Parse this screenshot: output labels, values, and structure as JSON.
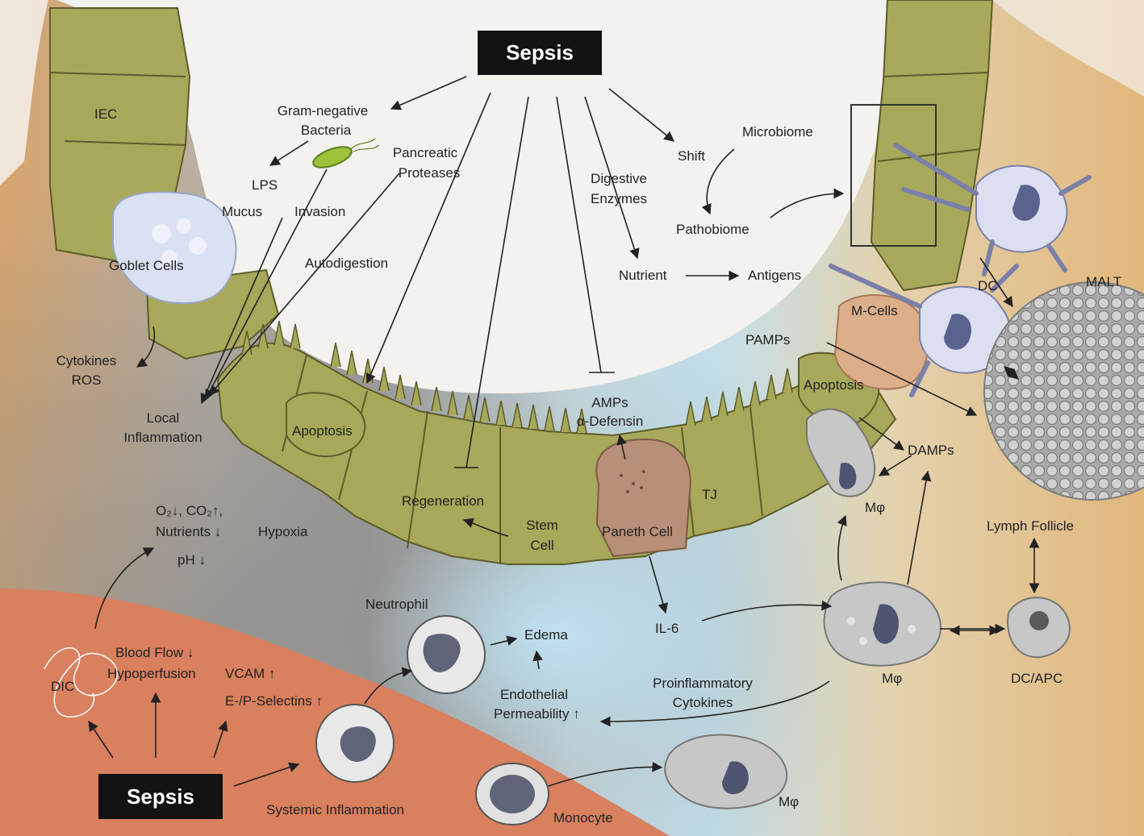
{
  "sepsis_top": "Sepsis",
  "sepsis_bottom": "Sepsis",
  "labels": {
    "iec": "IEC",
    "gram_neg_1": "Gram-negative",
    "gram_neg_2": "Bacteria",
    "lps": "LPS",
    "mucus": "Mucus",
    "invasion": "Invasion",
    "goblet": "Goblet Cells",
    "pancreatic_1": "Pancreatic",
    "pancreatic_2": "Proteases",
    "autodigestion": "Autodigestion",
    "digestive_1": "Digestive",
    "digestive_2": "Enzymes",
    "shift": "Shift",
    "microbiome": "Microbiome",
    "pathobiome": "Pathobiome",
    "nutrient": "Nutrient",
    "antigens": "Antigens",
    "dc": "DC",
    "malt": "MALT",
    "m_cells": "M-Cells",
    "pamps": "PAMPs",
    "cytokines": "Cytokines",
    "ros": "ROS",
    "local_1": "Local",
    "local_2": "Inflammation",
    "apoptosis_left": "Apoptosis",
    "apoptosis_right": "Apoptosis",
    "amps": "AMPs",
    "defensin": "α-Defensin",
    "damps": "DAMPs",
    "regeneration": "Regeneration",
    "stem_1": "Stem",
    "stem_2": "Cell",
    "paneth": "Paneth Cell",
    "tj": "TJ",
    "mphi_upper": "Mφ",
    "o2_line": "O₂↓, CO₂↑,",
    "nutrients": "Nutrients ↓",
    "hypoxia": "Hypoxia",
    "ph": "pH ↓",
    "lymph": "Lymph Follicle",
    "neutrophil": "Neutrophil",
    "edema": "Edema",
    "il6": "IL-6",
    "mphi_mid": "Mφ",
    "dc_apc": "DC/APC",
    "blood_flow": "Blood Flow ↓",
    "hypoperfusion": "Hypoperfusion",
    "vcam": "VCAM ↑",
    "selectins": "E-/P-Selectins ↑",
    "endo_1": "Endothelial",
    "endo_2": "Permeability ↑",
    "proinf_1": "Proinflammatory",
    "proinf_2": "Cytokines",
    "dic": "DIC",
    "systemic": "Systemic Inflammation",
    "monocyte": "Monocyte",
    "mphi_bottom": "Mφ"
  },
  "colors": {
    "epithelium": "#a8a85a",
    "epithelium_dark": "#5c5c2a",
    "lumen": "#f3f2ef",
    "paneth": "#b89078",
    "m_cell": "#dcae8a",
    "vessel": "#d9805e",
    "plasma_blue": "#c8e2ee",
    "tissue_tan": "#e6c79c",
    "sepsis_box": "#121212"
  }
}
